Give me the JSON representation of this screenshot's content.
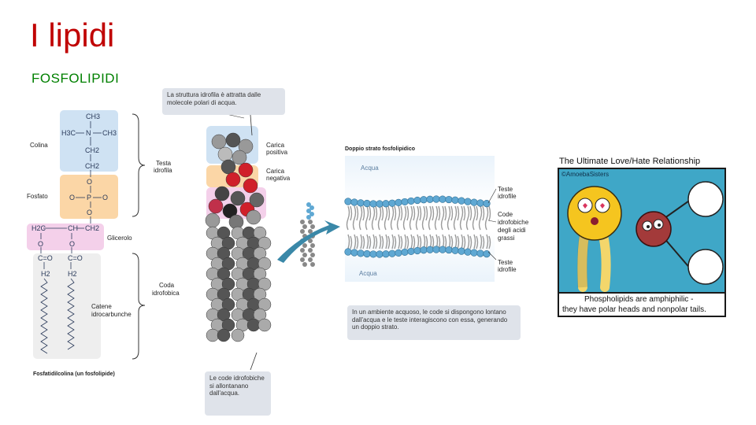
{
  "slide": {
    "title": "I lipidi",
    "subtitle": "FOSFOLIPIDI"
  },
  "structure": {
    "labels": {
      "colina": "Colina",
      "fosfato": "Fosfato",
      "glicerolo": "Glicerolo",
      "catene_1": "Catene",
      "catene_2": "idrocarbunche",
      "caption": "Fosfatidilcolina (un fosfolipide)"
    },
    "chem": {
      "ch3_top": "CH3",
      "h3c": "H3C",
      "n": "N",
      "ch3_right": "CH3",
      "ch2_a": "CH2",
      "ch2_b": "CH2",
      "o_a": "O",
      "o_left": "O",
      "p": "P",
      "o_right": "O",
      "o_b": "O",
      "h2c": "H2C",
      "ch": "CH",
      "ch2_c": "CH2",
      "o_c": "O",
      "o_d": "O",
      "c_eq_o_1": "C=O",
      "c_eq_o_2": "C=O",
      "h2_1": "H2",
      "h2_2": "H2"
    }
  },
  "model": {
    "testa_idrofila_1": "Testa",
    "testa_idrofila_2": "idrofila",
    "coda_idrofobica_1": "Coda",
    "coda_idrofobica_2": "idrofobica",
    "carica_positiva_1": "Carica",
    "carica_positiva_2": "positiva",
    "carica_negativa_1": "Carica",
    "carica_negativa_2": "negativa",
    "callout_top": "La struttura idrofila è attratta dalle molecole polari di acqua.",
    "callout_bottom": "Le code idrofobiche si allontanano dall'acqua."
  },
  "bilayer": {
    "title": "Doppio strato fosfolipidico",
    "acqua_top": "Acqua",
    "acqua_bottom": "Acqua",
    "teste_idrofile_1": "Teste",
    "teste_idrofile_2": "idrofile",
    "code_1": "Code",
    "code_2": "idrofobiche",
    "code_3": "degli acidi",
    "code_4": "grassi",
    "teste_idrofile_b1": "Teste",
    "teste_idrofile_b2": "idrofile",
    "callout": "In un ambiente acquoso, le code si dispongono lontano dall'acqua e le teste interagiscono con essa, generando un doppio strato."
  },
  "comic": {
    "title": "The Ultimate Love/Hate Relationship",
    "credit": "©AmoebaSisters",
    "caption_1": "Phospholipids are amphiphilic -",
    "caption_2": "they have polar heads and nonpolar tails."
  },
  "colors": {
    "title": "#c00000",
    "subtitle": "#008000",
    "choline_box": "#cfe2f3",
    "phosphate_box": "#fbd6a6",
    "glycerol_box": "#f4d0ea",
    "callout_bg": "#dfe3ea",
    "head_blue": "#5fa8d3",
    "comic_border": "#1a1a1a",
    "comic_bg": "#3fa7c7"
  }
}
